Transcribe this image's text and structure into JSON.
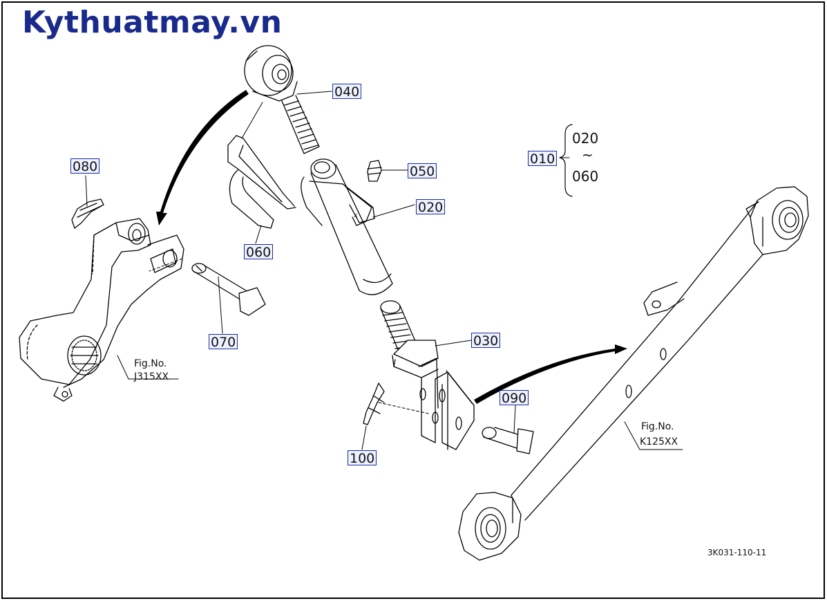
{
  "watermark": "Kythuatmay.vn",
  "group": {
    "label": "010",
    "from": "020",
    "tilde": "~",
    "to": "060"
  },
  "callouts": {
    "p040": "040",
    "p050": "050",
    "p020": "020",
    "p060": "060",
    "p080": "080",
    "p070": "070",
    "p030": "030",
    "p090": "090",
    "p100": "100"
  },
  "figrefs": {
    "left": {
      "line1": "Fig.No.",
      "line2": "J315XX"
    },
    "right": {
      "line1": "Fig.No.",
      "line2": "K125XX"
    }
  },
  "drawing_code": "3K031-110-11",
  "colors": {
    "ink": "#000000",
    "watermark": "#1a2a8c",
    "callout_border": "#1a2aa8",
    "callout_fill": "#eef1ff"
  }
}
